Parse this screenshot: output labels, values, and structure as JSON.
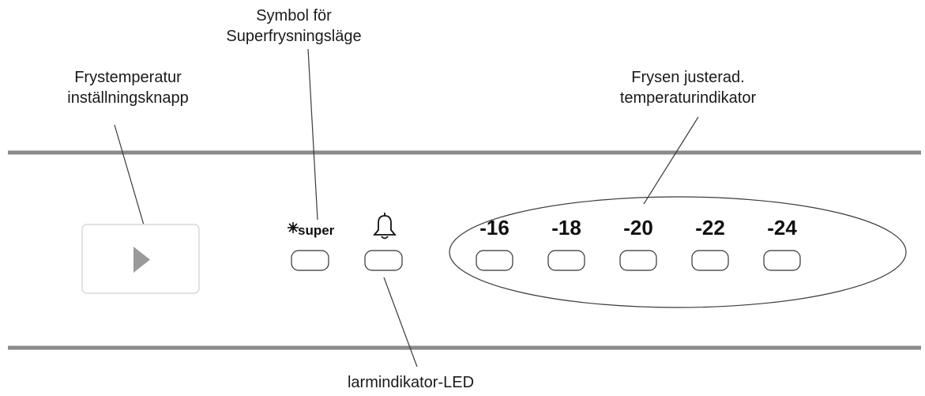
{
  "callouts": {
    "super_symbol_line1": "Symbol för",
    "super_symbol_line2": "Superfrysningsläge",
    "button_line1": "Frystemperatur",
    "button_line2": "inställningsknapp",
    "temp_indicator_line1": "Frysen justerad.",
    "temp_indicator_line2": "temperaturindikator",
    "alarm_led": "larmindikator-LED"
  },
  "panel": {
    "super_label": "super",
    "temperatures": [
      "-16",
      "-18",
      "-20",
      "-22",
      "-24"
    ],
    "icons": {
      "button": "play-triangle-icon",
      "super": "snowflake-icon",
      "alarm": "bell-icon"
    },
    "colors": {
      "panel_line": "#8a8a8a",
      "button_border": "#d9d9d9",
      "button_arrow": "#9a9a9a"
    }
  }
}
